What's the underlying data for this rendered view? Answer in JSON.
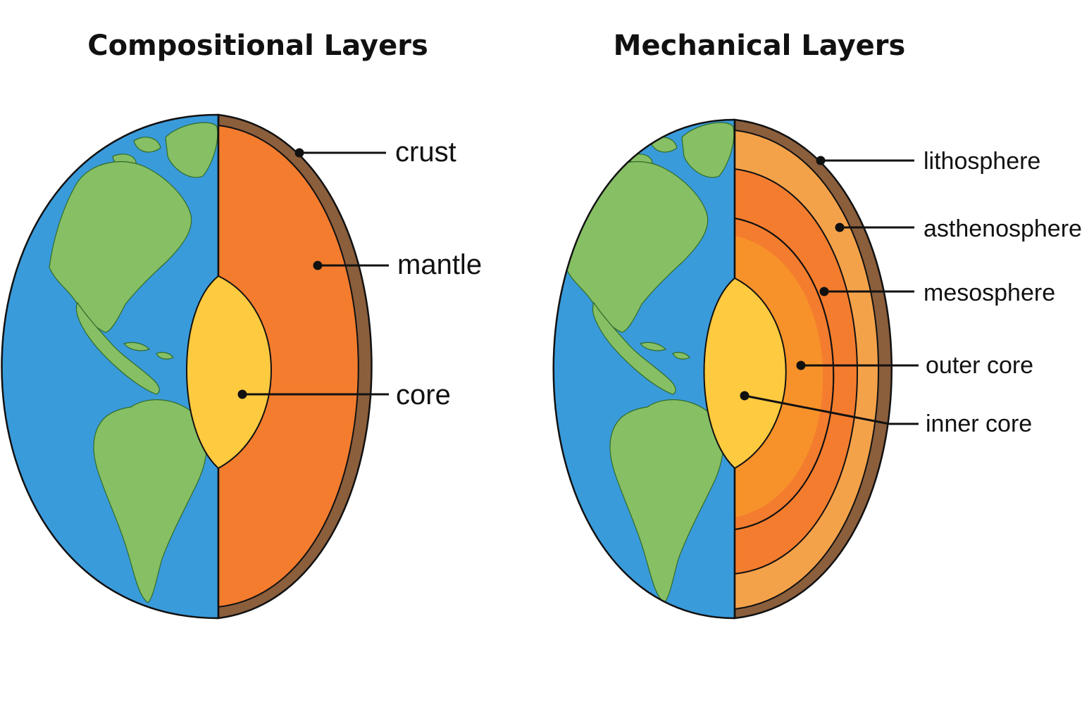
{
  "colors": {
    "ocean": "#3a9bdb",
    "land": "#86bf64",
    "crust": "#8b5e3c",
    "mantle": "#f47c2e",
    "core": "#fdca40",
    "lithosphere": "#f4a24a",
    "asthenosphere": "#f47c2e",
    "mesosphere": "#f47c2e",
    "outer_core": "#f7922a",
    "outline": "#111111"
  },
  "compositional": {
    "title": "Compositional Layers",
    "labels": {
      "crust": "crust",
      "mantle": "mantle",
      "core": "core"
    }
  },
  "mechanical": {
    "title": "Mechanical Layers",
    "labels": {
      "lithosphere": "lithosphere",
      "asthenosphere": "asthenosphere",
      "mesosphere": "mesosphere",
      "outer_core": "outer core",
      "inner_core": "inner core"
    }
  }
}
